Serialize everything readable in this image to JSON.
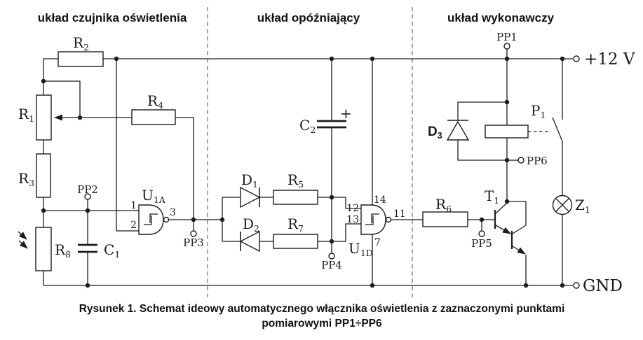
{
  "sections": {
    "sensor": {
      "title": "układ czujnika oświetlenia"
    },
    "delay": {
      "title": "układ opóźniający"
    },
    "executive": {
      "title": "układ wykonawczy"
    }
  },
  "power": {
    "vcc": "+12 V",
    "gnd": "GND"
  },
  "components": {
    "r1": {
      "name": "R",
      "sub": "1"
    },
    "r2": {
      "name": "R",
      "sub": "2"
    },
    "r3": {
      "name": "R",
      "sub": "3"
    },
    "r4": {
      "name": "R",
      "sub": "4"
    },
    "r5": {
      "name": "R",
      "sub": "5"
    },
    "r6": {
      "name": "R",
      "sub": "6"
    },
    "r7": {
      "name": "R",
      "sub": "7"
    },
    "r8": {
      "name": "R",
      "sub": "8"
    },
    "c1": {
      "name": "C",
      "sub": "1"
    },
    "c2": {
      "name": "C",
      "sub": "2",
      "polarity": "+"
    },
    "d1": {
      "name": "D",
      "sub": "1"
    },
    "d2": {
      "name": "D",
      "sub": "2"
    },
    "d3": {
      "name": "D",
      "sub": "3"
    },
    "u1a": {
      "name": "U",
      "sub": "1A",
      "pins": {
        "in1": "1",
        "in2": "2",
        "out": "3"
      }
    },
    "u1d": {
      "name": "U",
      "sub": "1D",
      "pins": {
        "in1": "12",
        "in2": "13",
        "out": "11",
        "vcc": "14",
        "gnd": "7"
      }
    },
    "t1": {
      "name": "T",
      "sub": "1"
    },
    "p1": {
      "name": "P",
      "sub": "1"
    },
    "z1": {
      "name": "Z",
      "sub": "1"
    }
  },
  "test_points": {
    "pp1": "PP1",
    "pp2": "PP2",
    "pp3": "PP3",
    "pp4": "PP4",
    "pp5": "PP5",
    "pp6": "PP6"
  },
  "caption": {
    "line1": "Rysunek 1. Schemat ideowy automatycznego włącznika oświetlenia z zaznaczonymi punktami",
    "line2": "pomiarowymi PP1÷PP6"
  },
  "colors": {
    "line": "#1c1c1c",
    "divider": "#8f8f8f",
    "background": "#ffffff"
  }
}
